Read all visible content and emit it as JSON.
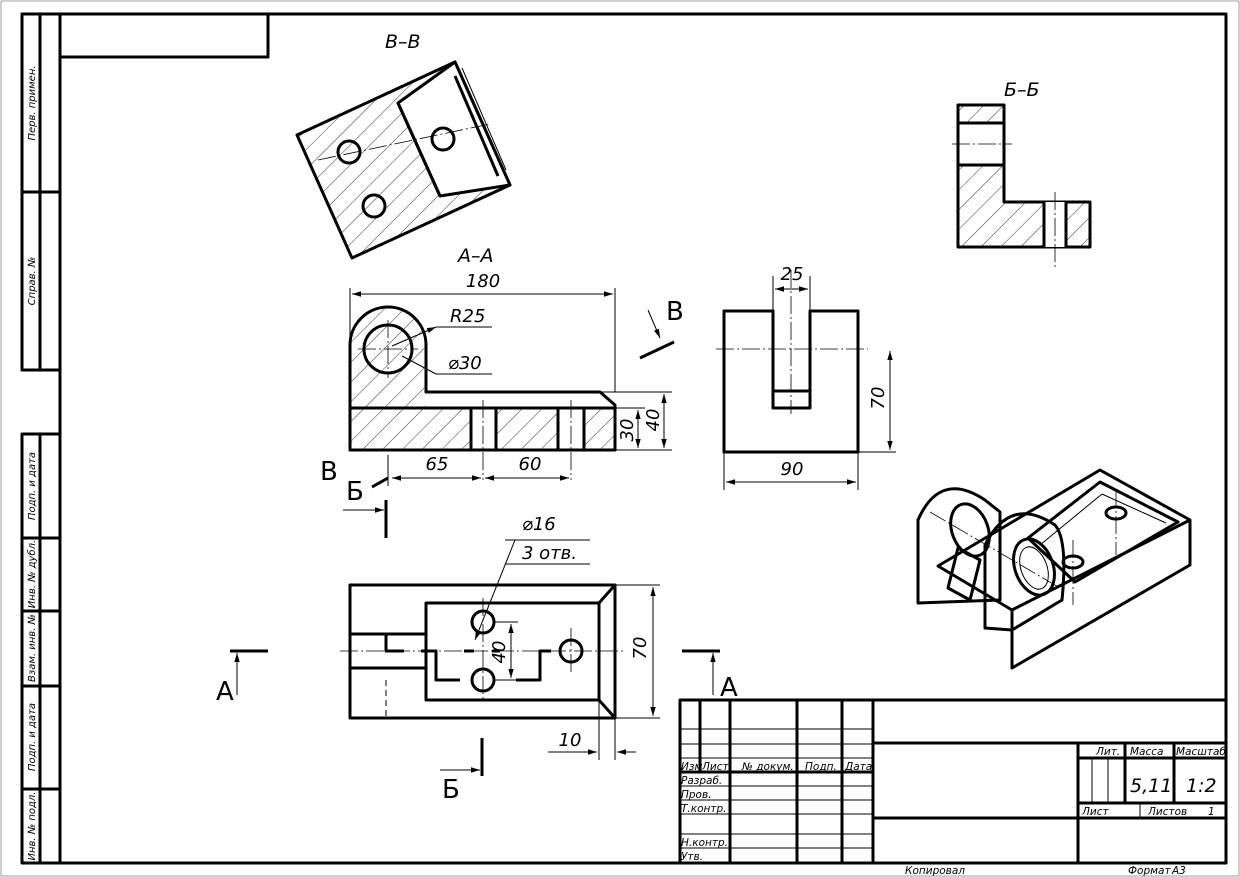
{
  "sections": {
    "vv": "В–В",
    "bb": "Б–Б",
    "aa": "А–А"
  },
  "cut_labels": {
    "v_top": "В",
    "v_left": "В",
    "b_left": "Б",
    "b_bottom": "Б",
    "a_left": "А",
    "a_right": "А"
  },
  "dimensions": {
    "len_180": "180",
    "r25": "R25",
    "d30": "⌀30",
    "h30": "30",
    "h40": "40",
    "d65": "65",
    "d60": "60",
    "slot25": "25",
    "h70_front": "70",
    "w90": "90",
    "d16": "⌀16",
    "holes": "3 отв.",
    "d40": "40",
    "h70_plan": "70",
    "d10": "10"
  },
  "side_stamps": [
    "Перв. примен.",
    "Справ. №",
    "Подп. и дата",
    "Инв. № дубл.",
    "Взам. инв. №",
    "Подп. и дата",
    "Инв. № подл."
  ],
  "title_block": {
    "header": [
      "Изм",
      "Лист",
      "№ докум.",
      "Подп.",
      "Дата"
    ],
    "roles": [
      "Разраб.",
      "Пров.",
      "Т.контр.",
      "Н.контр.",
      "Утв."
    ],
    "lit": "Лит.",
    "mass": "Масса",
    "scale": "Масштаб",
    "mass_value": "5,11",
    "scale_value": "1:2",
    "sheet": "Лист",
    "sheets": "Листов",
    "sheets_value": "1"
  },
  "footer": {
    "copied": "Копировал",
    "format_label": "Формат",
    "format_value": "А3"
  }
}
